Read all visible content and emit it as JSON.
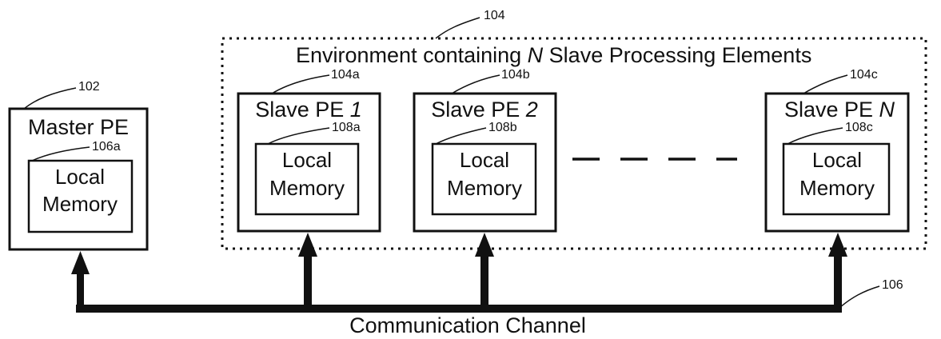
{
  "environment": {
    "ref": "104",
    "title_prefix": "Environment containing ",
    "title_var": "N",
    "title_suffix": " Slave Processing Elements"
  },
  "master": {
    "ref": "102",
    "label": "Master PE",
    "memory": {
      "ref": "106a",
      "line1": "Local",
      "line2": "Memory"
    }
  },
  "slaves": [
    {
      "ref": "104a",
      "label_prefix": "Slave PE ",
      "label_num": "1",
      "memory": {
        "ref": "108a",
        "line1": "Local",
        "line2": "Memory"
      }
    },
    {
      "ref": "104b",
      "label_prefix": "Slave PE ",
      "label_num": "2",
      "memory": {
        "ref": "108b",
        "line1": "Local",
        "line2": "Memory"
      }
    },
    {
      "ref": "104c",
      "label_prefix": "Slave PE ",
      "label_num": "N",
      "memory": {
        "ref": "108c",
        "line1": "Local",
        "line2": "Memory"
      }
    }
  ],
  "channel": {
    "ref": "106",
    "label": "Communication Channel"
  }
}
